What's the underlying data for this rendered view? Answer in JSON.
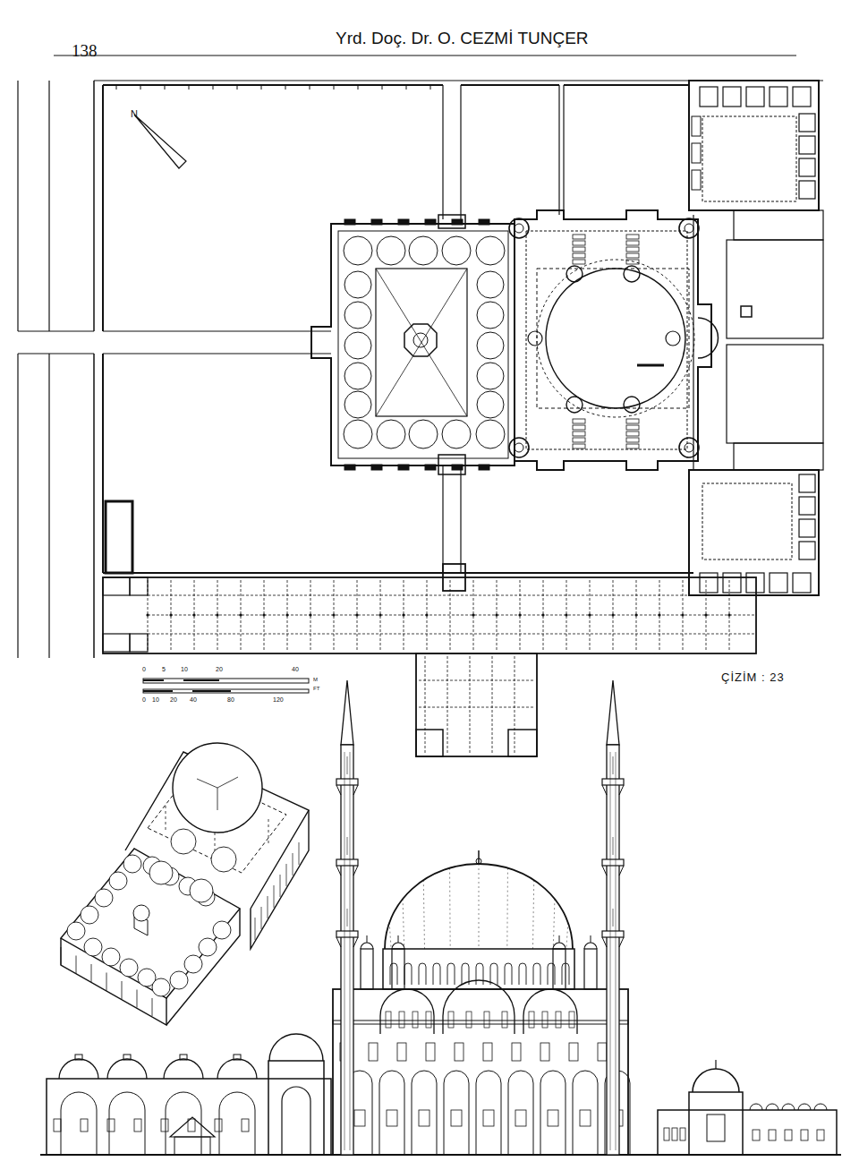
{
  "diagram": {
    "caption": "ÇİZİM : 23",
    "labels": [
      "138",
      "Yrd. Doç. Dr. O. CEZMİ TUNÇER",
      "N",
      "0",
      "5",
      "10",
      "20",
      "40",
      "M",
      "0",
      "10",
      "20",
      "40",
      "80",
      "120",
      "FT"
    ]
  }
}
